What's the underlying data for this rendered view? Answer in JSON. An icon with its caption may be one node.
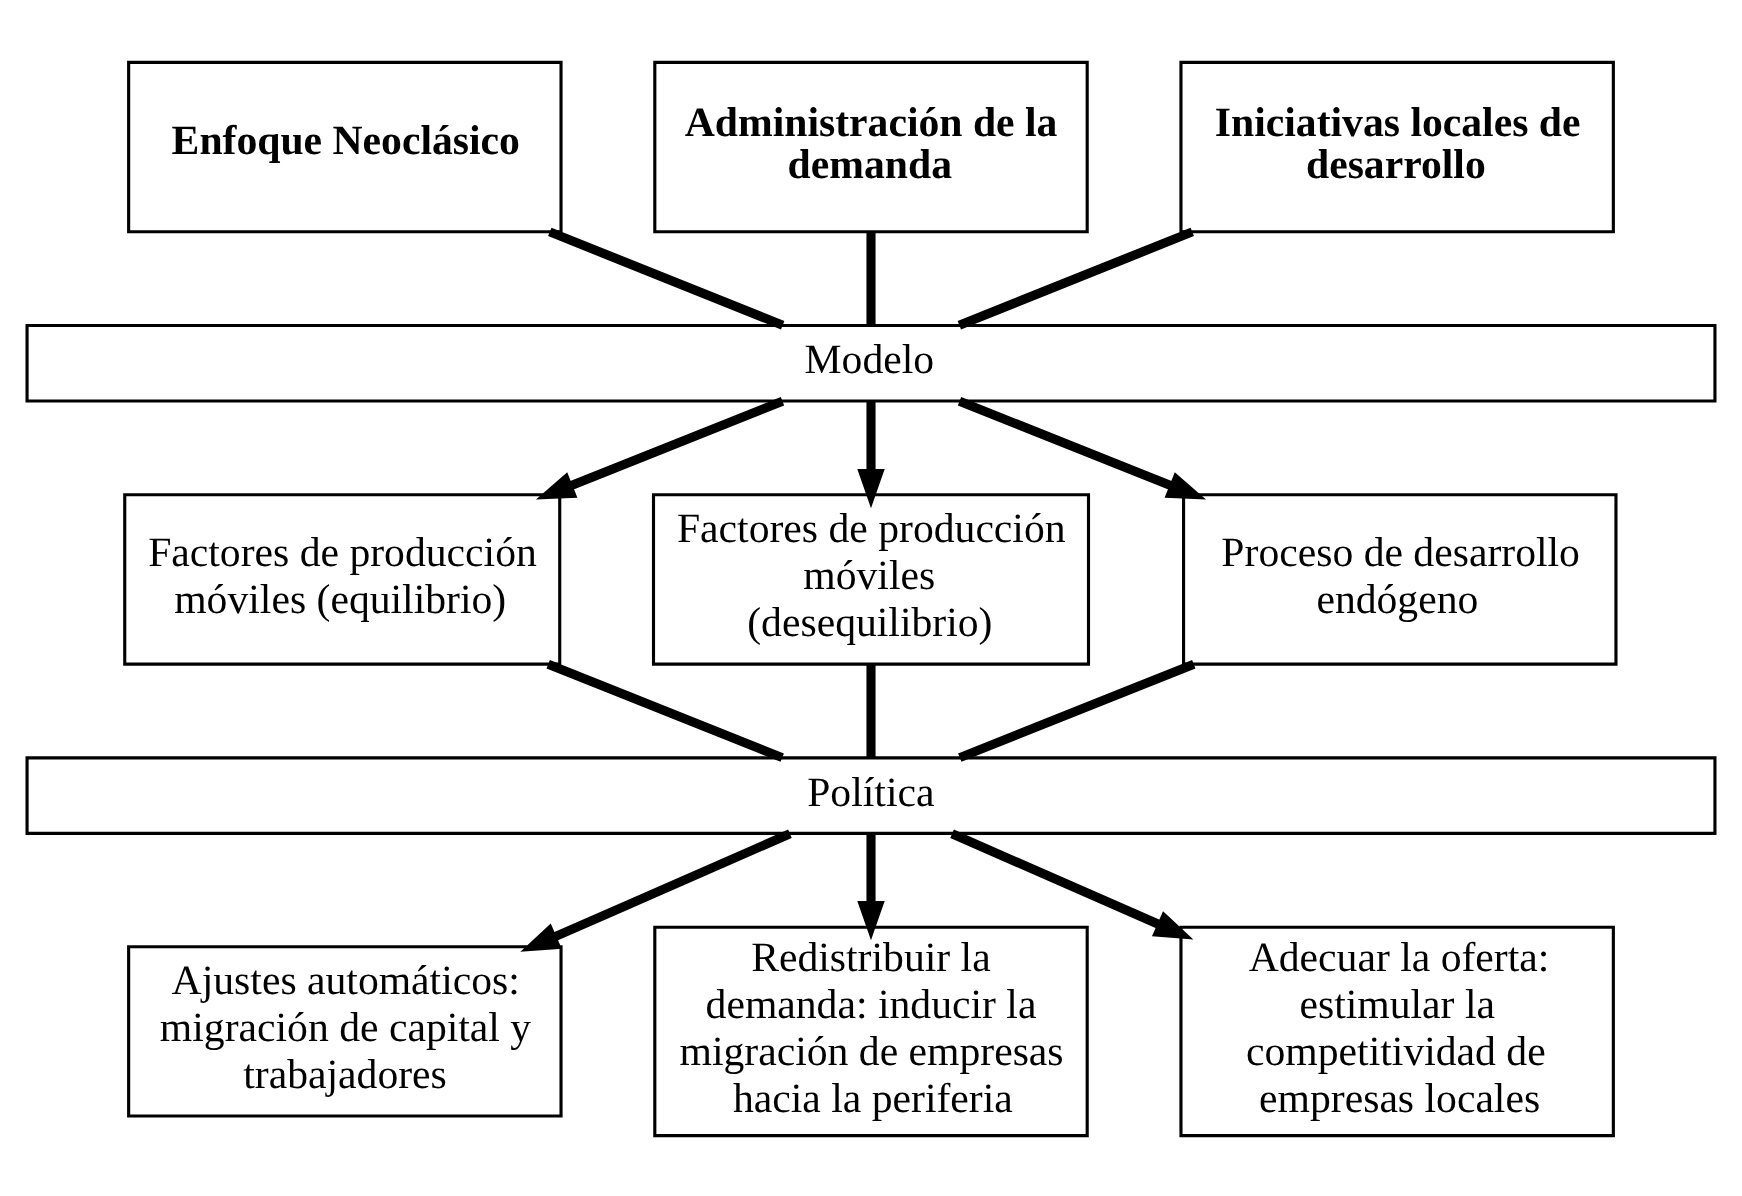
{
  "diagram": {
    "nodes": [
      {
        "text": [
          "Enfoque Neoclásico"
        ]
      },
      {
        "text": [
          "Administración de la demanda"
        ]
      },
      {
        "text": [
          "Iniciativas locales de desarrollo"
        ]
      },
      {
        "text": [
          "Modelo"
        ]
      },
      {
        "text": [
          "Factores de producción móviles (equilibrio)"
        ]
      },
      {
        "text": [
          "Factores de producción móviles (desequilibrio)"
        ]
      },
      {
        "text": [
          "Proceso de desarrollo endógeno"
        ]
      },
      {
        "text": [
          "Política"
        ]
      },
      {
        "text": [
          "Ajustes automáticos: migración de capital y trabajadores"
        ]
      },
      {
        "text": [
          "Redistribuir la demanda: inducir la migración de empresas hacia la periferia"
        ]
      },
      {
        "text": [
          "Adecuar la oferta: estimular la competitividad de empresas locales"
        ]
      }
    ],
    "edges": [
      {
        "from": 0,
        "to": 3,
        "arrow": "none"
      },
      {
        "from": 1,
        "to": 3,
        "arrow": "none"
      },
      {
        "from": 2,
        "to": 3,
        "arrow": "none"
      },
      {
        "from": 3,
        "to": 4,
        "arrow": "to"
      },
      {
        "from": 3,
        "to": 5,
        "arrow": "to"
      },
      {
        "from": 3,
        "to": 6,
        "arrow": "to"
      },
      {
        "from": 4,
        "to": 7,
        "arrow": "none"
      },
      {
        "from": 5,
        "to": 7,
        "arrow": "none"
      },
      {
        "from": 6,
        "to": 7,
        "arrow": "none"
      },
      {
        "from": 7,
        "to": 8,
        "arrow": "to"
      },
      {
        "from": 7,
        "to": 9,
        "arrow": "to"
      },
      {
        "from": 7,
        "to": 10,
        "arrow": "to"
      }
    ]
  }
}
